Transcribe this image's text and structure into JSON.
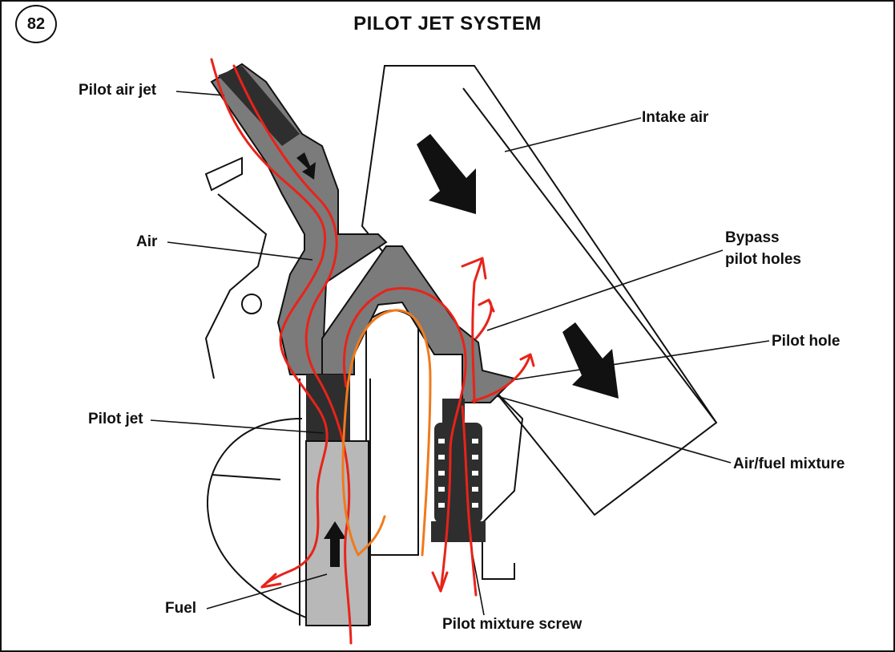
{
  "figure": {
    "number": "82",
    "title": "PILOT JET SYSTEM"
  },
  "labels": {
    "pilot_air_jet": "Pilot air jet",
    "intake_air": "Intake air",
    "air": "Air",
    "bypass_line1": "Bypass",
    "bypass_line2": "pilot holes",
    "pilot_hole": "Pilot hole",
    "pilot_jet": "Pilot jet",
    "air_fuel_mixture": "Air/fuel mixture",
    "fuel": "Fuel",
    "pilot_mixture_screw": "Pilot mixture screw"
  },
  "colors": {
    "passage_gray": "#7b7b7b",
    "dark_part": "#2e2e2e",
    "fuel_gray": "#b8b8b8",
    "annotation_red": "#e8231a",
    "annotation_orange": "#f07a1c"
  }
}
